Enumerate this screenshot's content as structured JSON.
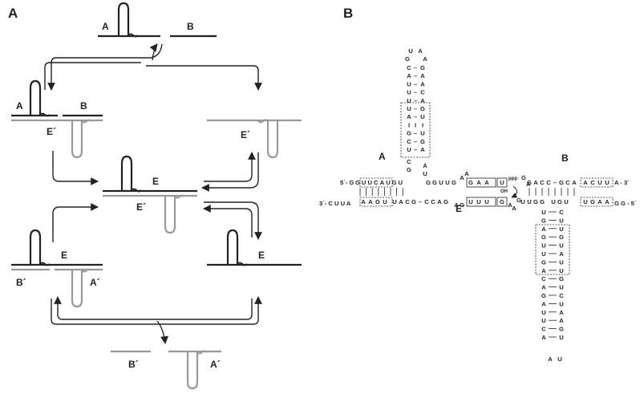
{
  "panel_a": {
    "letter": "A",
    "labels": {
      "top_a": "A",
      "top_b": "B",
      "ul_a": "A",
      "ul_b": "B",
      "ul_eprime": "E´",
      "ur_eprime": "E´",
      "center_e": "E",
      "center_eprime": "E´",
      "ll_e": "E",
      "ll_bprime": "B´",
      "ll_aprime": "A´",
      "lr_e": "E",
      "bot_bprime": "B´",
      "bot_aprime": "A´"
    }
  },
  "panel_b": {
    "letter": "B",
    "label_a": "A",
    "label_b": "B",
    "label_eprime": "E´",
    "end_5_left": "5´- G",
    "end_3_left": "3´- C U U A",
    "end_3_right": "A - 3´",
    "end_5_right": "G G - 5´",
    "ppp": "ppp",
    "oh": "OH",
    "top_loop": [
      "U",
      "A",
      "G",
      "A"
    ],
    "top_stem_left": [
      "C",
      "A",
      "U",
      "U",
      "U",
      "U",
      "A",
      "I",
      "G",
      "C",
      "U"
    ],
    "top_stem_right": [
      "G",
      "A",
      "A",
      "C",
      "A",
      "G",
      "U",
      "I",
      "U",
      "G",
      "A"
    ],
    "top_stem_bonds": [
      "–",
      "–",
      "–",
      "–",
      "–",
      "–",
      "–",
      "I",
      "–",
      "–",
      "–"
    ],
    "neck_left": [
      "C",
      "G"
    ],
    "neck_right": [
      "A",
      "U"
    ],
    "upper_left_arm": [
      "G",
      "U",
      "U",
      "C",
      "A",
      "U",
      "G",
      "U"
    ],
    "upper_mid_seq": [
      "G",
      "G",
      "U",
      "U",
      "G"
    ],
    "loop_ga": [
      "A",
      "A"
    ],
    "box1_top": [
      "G",
      "A",
      "A"
    ],
    "box2_top": [
      "U"
    ],
    "g_after_ppp": "G",
    "a_after": "A",
    "upper_right_seq": [
      "G",
      "A",
      "C",
      "C",
      "–",
      "G",
      "C",
      "A"
    ],
    "upper_right_box": [
      "A",
      "C",
      "U",
      "U"
    ],
    "lower_left_box": [
      "A",
      "A",
      "G",
      "U"
    ],
    "lower_left_seq": [
      "U",
      "A",
      "C",
      "G",
      "–",
      "C",
      "C",
      "A",
      "G"
    ],
    "lower_left_ag": [
      "A",
      "G"
    ],
    "box1_bot": [
      "U",
      "U",
      "U"
    ],
    "box2_bot": [
      "G"
    ],
    "lower_right_aa": [
      "A",
      "A"
    ],
    "g_mid": "G",
    "lower_right_seq": [
      "U",
      "U",
      "G",
      "G"
    ],
    "lower_right_seq2": [
      "U",
      "G",
      "U"
    ],
    "lower_right_box": [
      "U",
      "G",
      "A",
      "A"
    ],
    "bottom_stem_left": [
      "U",
      "G",
      "A",
      "G",
      "U",
      "U",
      "G",
      "A",
      "C",
      "A",
      "G",
      "A",
      "U",
      "U",
      "C",
      "A"
    ],
    "bottom_stem_right": [
      "C",
      "U",
      "U",
      "G",
      "U",
      "A",
      "U",
      "U",
      "G",
      "U",
      "C",
      "U",
      "A",
      "A",
      "G",
      "U"
    ],
    "bottom_loop": [
      "A",
      "U"
    ]
  }
}
